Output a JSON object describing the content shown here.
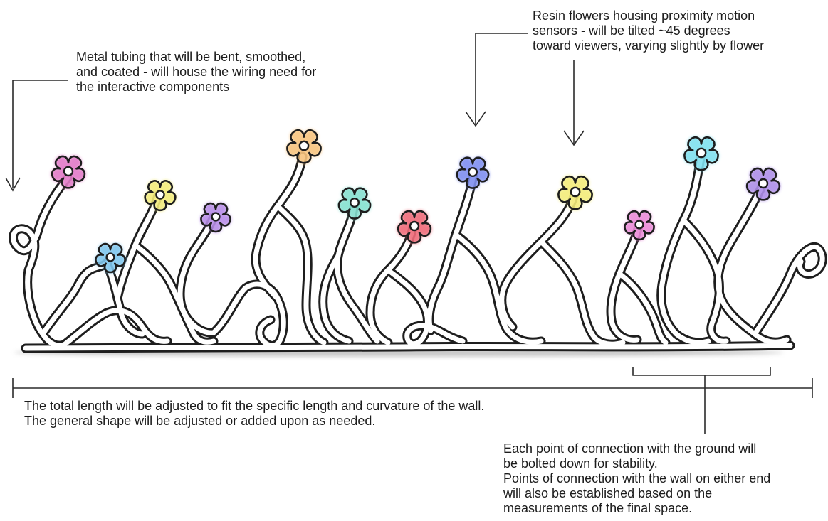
{
  "annotations": {
    "tubing": "Metal tubing that will be bent, smoothed,\nand coated - will house the wiring need for\nthe interactive components",
    "flowers": "Resin flowers housing proximity motion\nsensors - will be tilted ~45 degrees\ntoward viewers, varying slightly by flower",
    "length": "The total length will be adjusted to fit the specific length and curvature of the wall.\nThe general shape will be adjusted or added upon as needed.",
    "bolts": "Each point of connection with the ground will\nbe bolted down for stability.\nPoints of connection with the wall on either end\nwill also be established based on the\nmeasurements of the final space."
  },
  "colors": {
    "ink": "#1e1e1e",
    "pink": "#e27ac8",
    "blue": "#7fc6ee",
    "yellow": "#f3ec7a",
    "purple": "#b88ce8",
    "orange": "#f8c47e",
    "teal": "#84e0d0",
    "red": "#f06a78",
    "royal": "#7f8ff0",
    "magenta": "#ea8ad8",
    "cyan": "#7fe0ef",
    "violet": "#ae8ee8"
  },
  "flowers": [
    {
      "name": "flower-pink-left",
      "color": "pink"
    },
    {
      "name": "flower-blue-small",
      "color": "blue"
    },
    {
      "name": "flower-yellow-left",
      "color": "yellow"
    },
    {
      "name": "flower-purple-left",
      "color": "purple"
    },
    {
      "name": "flower-orange",
      "color": "orange"
    },
    {
      "name": "flower-teal",
      "color": "teal"
    },
    {
      "name": "flower-red",
      "color": "red"
    },
    {
      "name": "flower-royal-blue",
      "color": "royal"
    },
    {
      "name": "flower-yellow-right",
      "color": "yellow"
    },
    {
      "name": "flower-magenta",
      "color": "magenta"
    },
    {
      "name": "flower-cyan",
      "color": "cyan"
    },
    {
      "name": "flower-violet",
      "color": "violet"
    }
  ]
}
